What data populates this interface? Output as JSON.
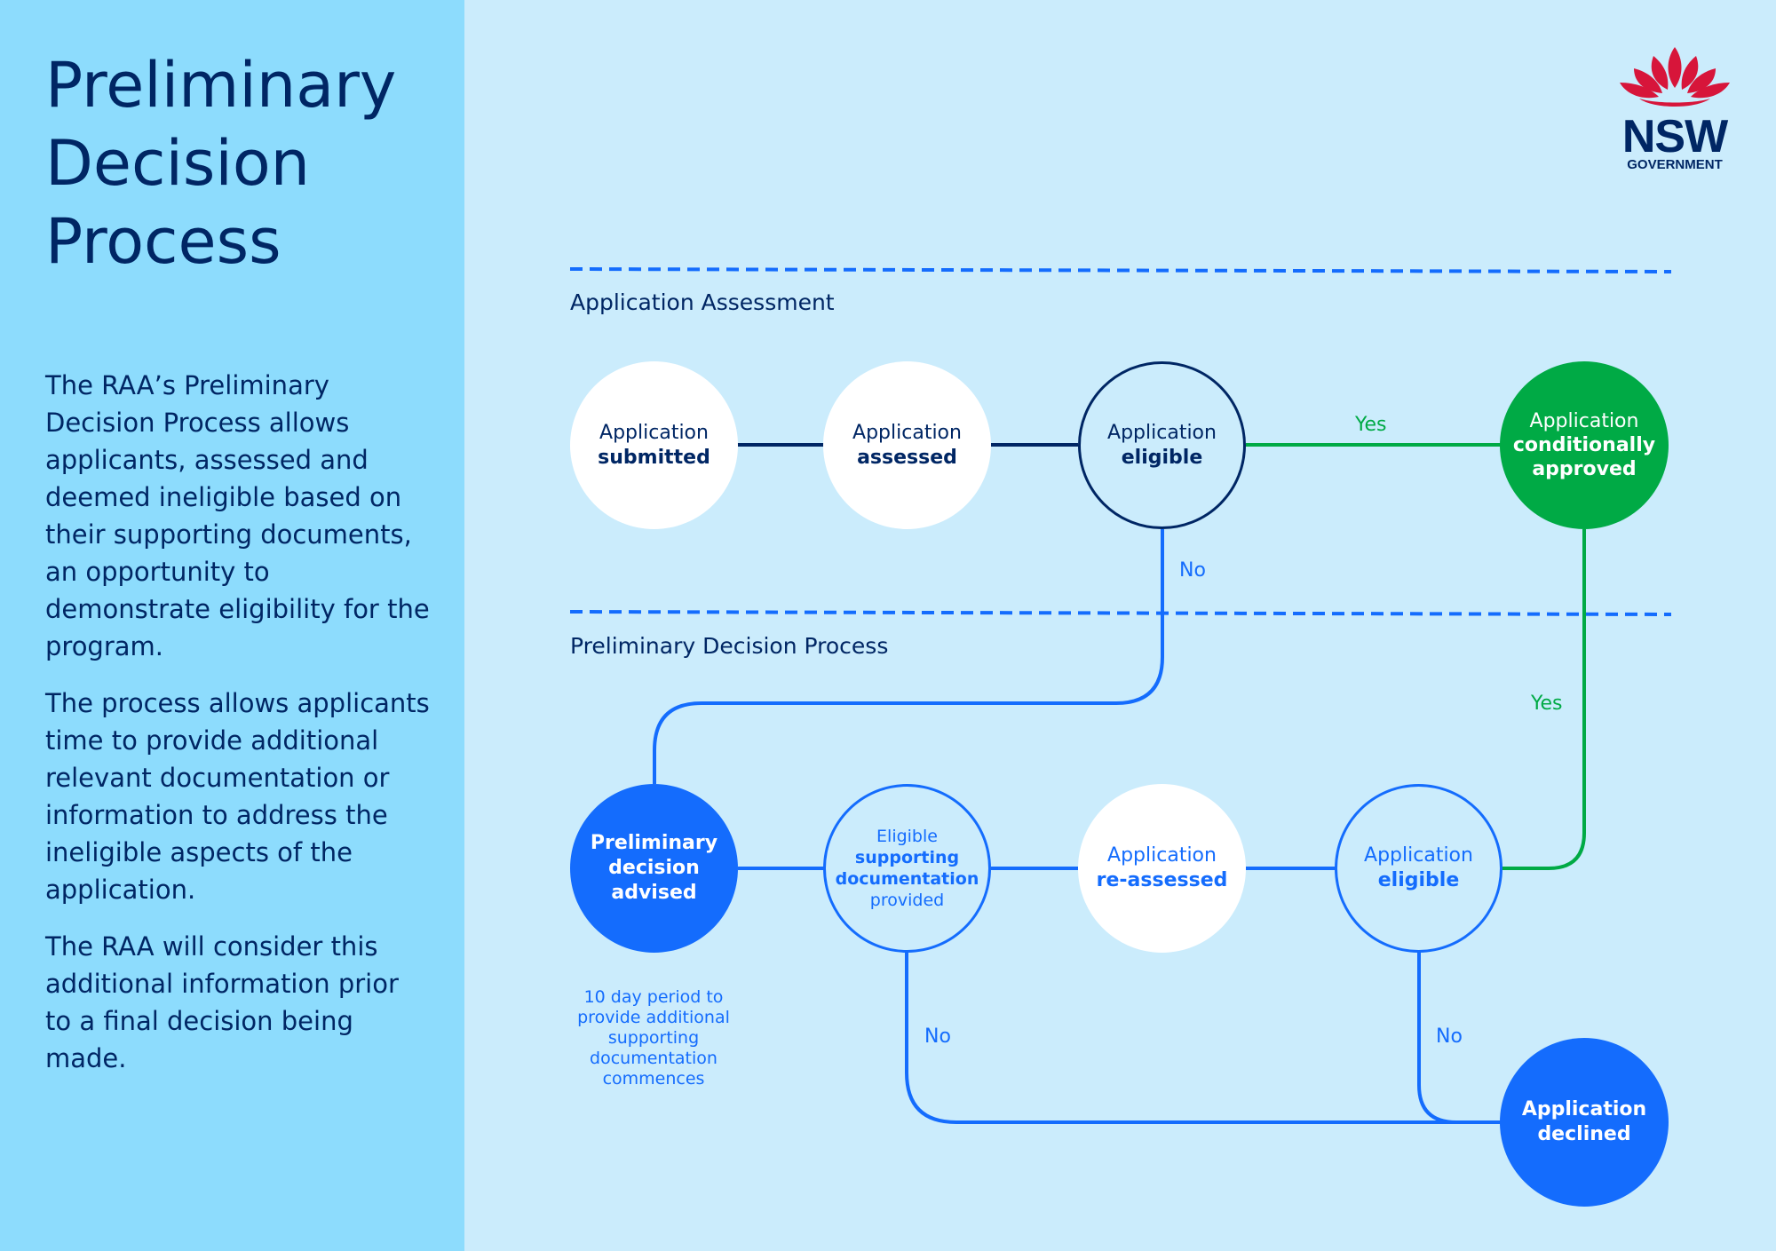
{
  "sidebar": {
    "title_lines": [
      "Preliminary",
      "Decision",
      "Process"
    ],
    "paragraphs": [
      "The RAA’s Preliminary Decision Process allows applicants, assessed and deemed ineligible based on their supporting documents, an opportunity to demonstrate eligibility for the program.",
      "The process allows applicants time to provide additional relevant documentation or information to address the ineligible aspects of the application.",
      "The RAA will consider this additional information prior to a final decision being made."
    ]
  },
  "logo": {
    "word": "NSW",
    "sub": "GOVERNMENT"
  },
  "sections": {
    "assessment": "Application Assessment",
    "preliminary": "Preliminary Decision Process"
  },
  "nodes": {
    "submitted": {
      "line1": "Application",
      "line2": "submitted"
    },
    "assessed": {
      "line1": "Application",
      "line2": "assessed"
    },
    "eligible_1": {
      "line1": "Application",
      "line2": "eligible"
    },
    "approved": {
      "line1": "Application",
      "line2": "conditionally",
      "line3": "approved"
    },
    "preliminary_advised": {
      "line1": "Preliminary",
      "line2": "decision",
      "line3": "advised"
    },
    "supporting_docs": {
      "line1": "Eligible",
      "line2": "supporting",
      "line3": "documentation",
      "line4": "provided"
    },
    "reassessed": {
      "line1": "Application",
      "line2": "re-assessed"
    },
    "eligible_2": {
      "line1": "Application",
      "line2": "eligible"
    },
    "declined": {
      "line1": "Application",
      "line2": "declined"
    }
  },
  "edge_labels": {
    "yes_top": "Yes",
    "no_from_eligible": "No",
    "yes_right": "Yes",
    "no_from_docs": "No",
    "no_from_eligible_2": "No"
  },
  "note": [
    "10 day period to",
    "provide additional",
    "supporting",
    "documentation",
    "commences"
  ],
  "colors": {
    "navy": "#002664",
    "blue": "#146cfd",
    "green": "#00aa45",
    "sidebar_bg": "#8ddcfd",
    "page_bg": "#cbecfc",
    "waratah_red": "#d7153a"
  }
}
